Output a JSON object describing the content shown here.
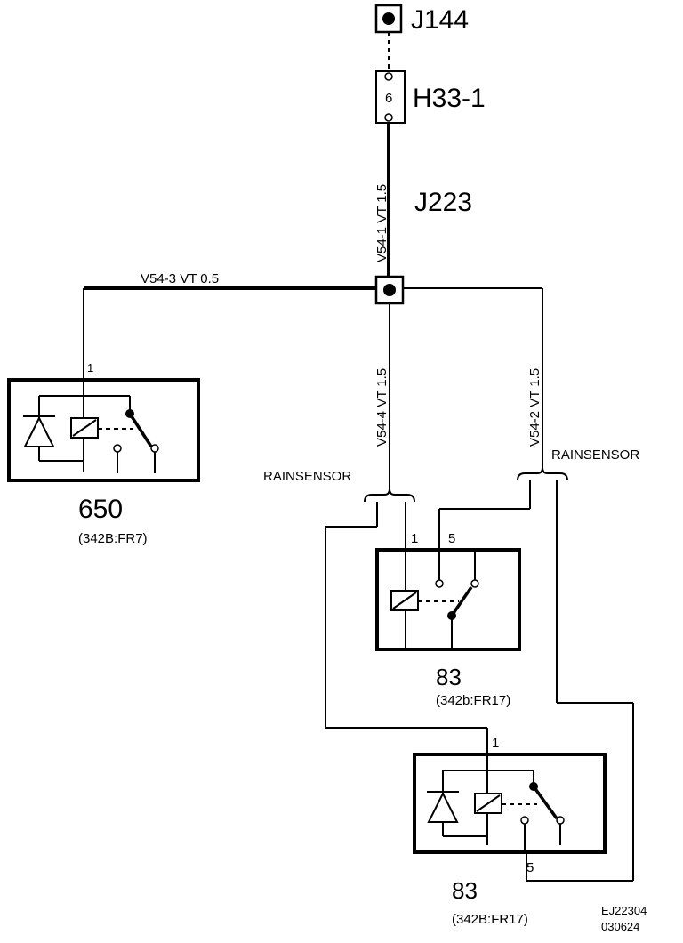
{
  "connectors": {
    "top": "J144",
    "fuse": "H33-1",
    "fuse_pin": "6",
    "junction": "J223"
  },
  "wires": {
    "w1": "V54-1  VT  1.5",
    "w2": "V54-2  VT  1.5",
    "w3": "V54-3   VT    0.5",
    "w4": "V54-4  VT  1.5"
  },
  "labels": {
    "rainsensor_left": "RAINSENSOR",
    "rainsensor_right": "RAINSENSOR"
  },
  "relays": [
    {
      "id": "650",
      "ref": "(342B:FR7)",
      "pin_a": "1"
    },
    {
      "id": "83",
      "ref": "(342b:FR17)",
      "pin_a": "1",
      "pin_b": "5"
    },
    {
      "id": "83",
      "ref": "(342B:FR17)",
      "pin_a": "1",
      "pin_b": "5"
    }
  ],
  "footer": {
    "code": "EJ22304",
    "date": "030624"
  }
}
